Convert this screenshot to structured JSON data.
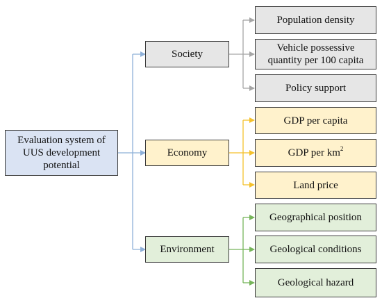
{
  "colors": {
    "root_fill": "#dae3f3",
    "society_fill": "#e6e6e6",
    "economy_fill": "#fff2cc",
    "environment_fill": "#e2efda",
    "root_connector": "#8eb0d8",
    "society_connector": "#a6a6a6",
    "economy_connector": "#f5c12c",
    "environment_connector": "#76b55a"
  },
  "root": {
    "label": "Evaluation system of UUS development potential"
  },
  "categories": [
    {
      "key": "society",
      "label": "Society",
      "items": [
        "Population density",
        "Vehicle possessive quantity per 100 capita",
        "Policy support"
      ]
    },
    {
      "key": "economy",
      "label": "Economy",
      "items": [
        "GDP per capita",
        "GDP per km",
        "Land price"
      ],
      "item2_superscript": "2"
    },
    {
      "key": "environment",
      "label": "Environment",
      "items": [
        "Geographical position",
        "Geological conditions",
        "Geological hazard"
      ]
    }
  ]
}
